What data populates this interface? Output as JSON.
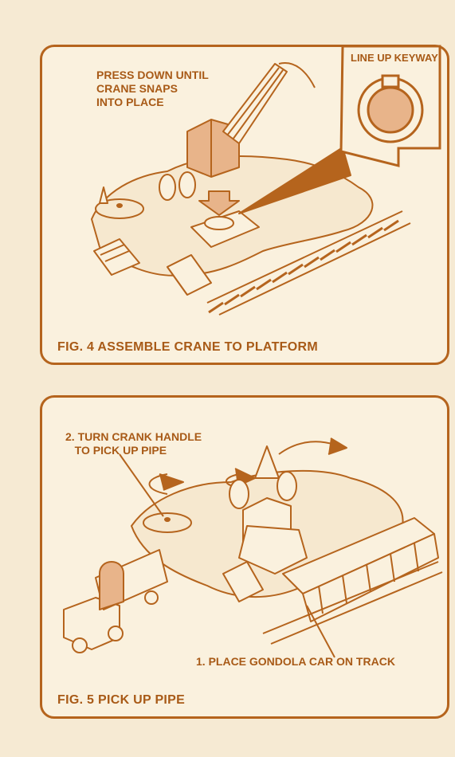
{
  "figure4": {
    "caption": "FIG. 4   ASSEMBLE CRANE TO PLATFORM",
    "callout_press": "PRESS DOWN UNTIL\nCRANE SNAPS\nINTO PLACE",
    "inset_label": "LINE UP KEYWAY"
  },
  "figure5": {
    "caption": "FIG. 5   PICK UP PIPE",
    "callout_crank": "2. TURN CRANK HANDLE\n   TO PICK UP PIPE",
    "callout_gondola": "1. PLACE GONDOLA CAR ON TRACK"
  },
  "colors": {
    "ink": "#b5641d",
    "fill": "#e8b48a",
    "paper": "#f6ead3"
  }
}
